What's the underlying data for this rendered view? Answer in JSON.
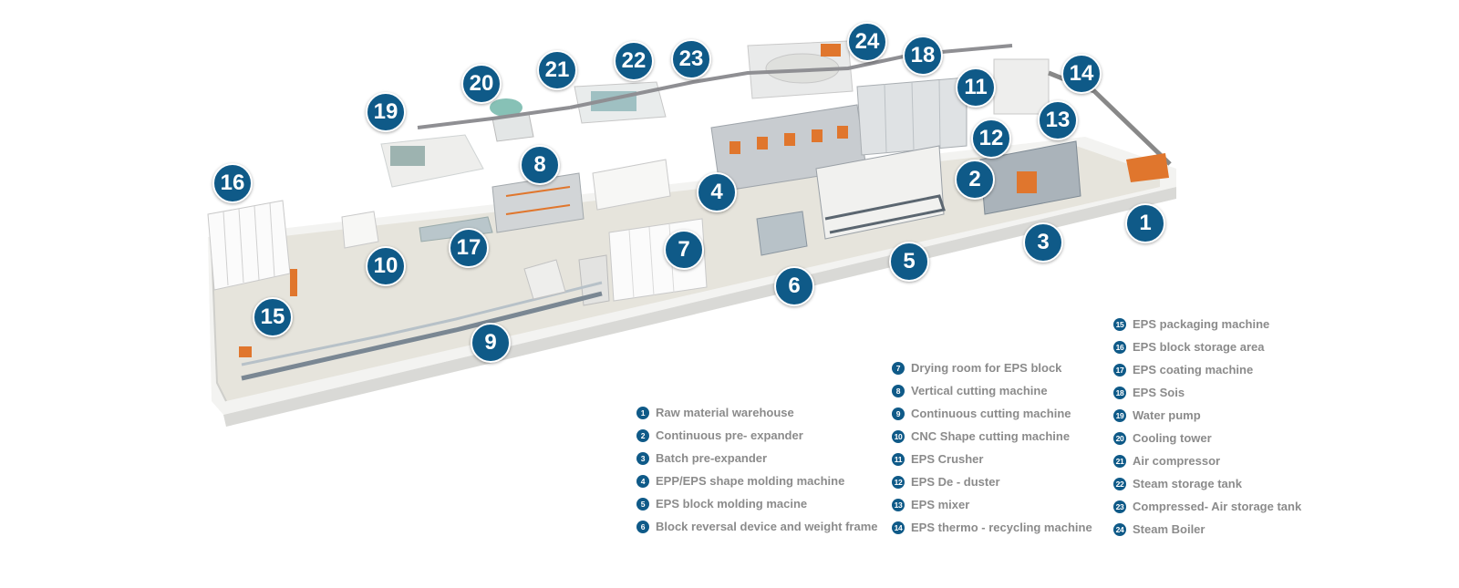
{
  "markers": [
    "1",
    "2",
    "3",
    "4",
    "5",
    "6",
    "7",
    "8",
    "9",
    "10",
    "11",
    "12",
    "13",
    "14",
    "15",
    "16",
    "17",
    "18",
    "19",
    "20",
    "21",
    "22",
    "23",
    "24"
  ],
  "legend": [
    {
      "num": "1",
      "label": "Raw material warehouse"
    },
    {
      "num": "2",
      "label": "Continuous pre- expander"
    },
    {
      "num": "3",
      "label": "Batch pre-expander"
    },
    {
      "num": "4",
      "label": "EPP/EPS shape molding machine"
    },
    {
      "num": "5",
      "label": "EPS block molding macine"
    },
    {
      "num": "6",
      "label": "Block reversal device and weight frame"
    },
    {
      "num": "7",
      "label": "Drying room for EPS block"
    },
    {
      "num": "8",
      "label": "Vertical cutting machine"
    },
    {
      "num": "9",
      "label": "Continuous cutting machine"
    },
    {
      "num": "10",
      "label": "CNC Shape cutting machine"
    },
    {
      "num": "11",
      "label": "EPS Crusher"
    },
    {
      "num": "12",
      "label": "EPS De - duster"
    },
    {
      "num": "13",
      "label": "EPS mixer"
    },
    {
      "num": "14",
      "label": "EPS thermo - recycling machine"
    },
    {
      "num": "15",
      "label": "EPS packaging machine"
    },
    {
      "num": "16",
      "label": "EPS block storage area"
    },
    {
      "num": "17",
      "label": "EPS coating machine"
    },
    {
      "num": "18",
      "label": "EPS Sois"
    },
    {
      "num": "19",
      "label": "Water pump"
    },
    {
      "num": "20",
      "label": "Cooling tower"
    },
    {
      "num": "21",
      "label": "Air compressor"
    },
    {
      "num": "22",
      "label": "Steam storage tank"
    },
    {
      "num": "23",
      "label": "Compressed- Air storage tank"
    },
    {
      "num": "24",
      "label": "Steam Boiler"
    }
  ],
  "colors": {
    "marker": "#0f5a88",
    "legend_text": "#8b8b8b",
    "floor": "#e8e6df",
    "wall": "#f4f4f2"
  }
}
